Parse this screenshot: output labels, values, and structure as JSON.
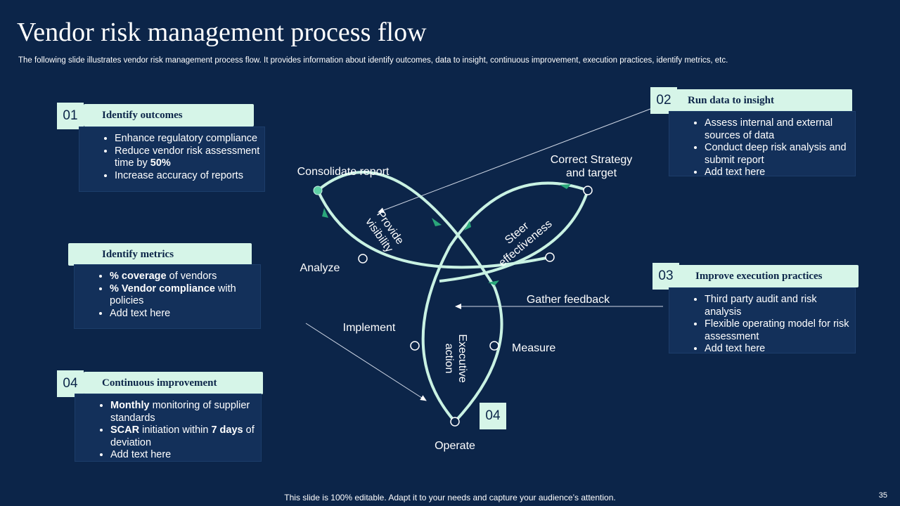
{
  "slide": {
    "title": "Vendor risk management process flow",
    "subtitle": "The following slide illustrates vendor risk management process flow. It provides information about identify outcomes, data to insight, continuous improvement, execution practices, identify metrics, etc.",
    "footer": "This slide is 100% editable. Adapt it to your needs and capture your audience’s attention.",
    "page_number": "35"
  },
  "cards": {
    "identify_outcomes": {
      "number": "01",
      "heading": "Identify outcomes",
      "items": [
        [
          {
            "t": "Enhance regulatory compliance"
          }
        ],
        [
          {
            "t": "Reduce vendor risk assessment time by "
          },
          {
            "t": "50%",
            "b": true
          }
        ],
        [
          {
            "t": "Increase accuracy of reports"
          }
        ]
      ]
    },
    "identify_metrics": {
      "heading": "Identify metrics",
      "items": [
        [
          {
            "t": "% coverage",
            "b": true
          },
          {
            "t": " of vendors"
          }
        ],
        [
          {
            "t": "% Vendor compliance",
            "b": true
          },
          {
            "t": " with policies"
          }
        ],
        [
          {
            "t": "Add text here"
          }
        ]
      ]
    },
    "continuous_improvement": {
      "number": "04",
      "heading": "Continuous improvement",
      "items": [
        [
          {
            "t": "Monthly",
            "b": true
          },
          {
            "t": " monitoring of supplier standards"
          }
        ],
        [
          {
            "t": "SCAR",
            "b": true
          },
          {
            "t": " initiation within "
          },
          {
            "t": "7 days",
            "b": true
          },
          {
            "t": " of deviation"
          }
        ],
        [
          {
            "t": "Add text here"
          }
        ]
      ]
    },
    "run_data": {
      "number": "02",
      "heading": "Run data to insight",
      "items": [
        [
          {
            "t": "Assess internal and external sources of data"
          }
        ],
        [
          {
            "t": "Conduct deep risk analysis and submit report"
          }
        ],
        [
          {
            "t": "Add text here"
          }
        ]
      ]
    },
    "improve_execution": {
      "number": "03",
      "heading": "Improve execution practices",
      "items": [
        [
          {
            "t": "Third party audit and risk analysis"
          }
        ],
        [
          {
            "t": "Flexible operating model for risk assessment"
          }
        ],
        [
          {
            "t": "Add text here"
          }
        ]
      ]
    }
  },
  "diagram": {
    "labels": {
      "consolidate_report": "Consolidate report",
      "correct_strategy_1": "Correct Strategy",
      "correct_strategy_2": "and target",
      "analyze": "Analyze",
      "implement": "Implement",
      "measure": "Measure",
      "operate": "Operate",
      "gather_feedback": "Gather feedback",
      "provide_1": "Provide",
      "provide_2": "visibility",
      "steer_1": "Steer",
      "steer_2": "effectiveness",
      "exec_1": "Executive",
      "exec_2": "action"
    },
    "operate_badge": "04"
  },
  "colors": {
    "background": "#0c2549",
    "accent_light": "#d6f5e8",
    "card_body": "#13305a",
    "loop_stroke": "#c9f2e3",
    "arrow_green": "#2aa67a"
  }
}
